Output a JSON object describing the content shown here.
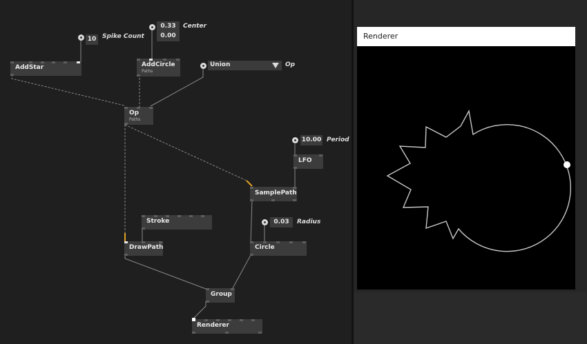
{
  "nodes": {
    "addstar": {
      "label": "AddStar"
    },
    "addcircle": {
      "label": "AddCircle",
      "sub": "Paths"
    },
    "op": {
      "label": "Op",
      "sub": "Paths"
    },
    "lfo": {
      "label": "LFO"
    },
    "samplepath": {
      "label": "SamplePath"
    },
    "stroke": {
      "label": "Stroke"
    },
    "drawpath": {
      "label": "DrawPath"
    },
    "circle": {
      "label": "Circle"
    },
    "group": {
      "label": "Group"
    },
    "renderer": {
      "label": "Renderer"
    }
  },
  "params": {
    "spike_count": {
      "label": "Spike Count",
      "value": "10"
    },
    "center": {
      "label": "Center",
      "x": "0.33",
      "y": "0.00"
    },
    "op": {
      "label": "Op",
      "value": "Union"
    },
    "period": {
      "label": "Period",
      "value": "10.00"
    },
    "radius": {
      "label": "Radius",
      "value": "0.03"
    }
  },
  "renderer_panel": {
    "title": "Renderer"
  },
  "colors": {
    "canvas": "#1f1f1f",
    "node": "#3c3c3c",
    "wire": "#8a8a8a",
    "active_wire": "#e0a020",
    "output": "#ffffff"
  }
}
